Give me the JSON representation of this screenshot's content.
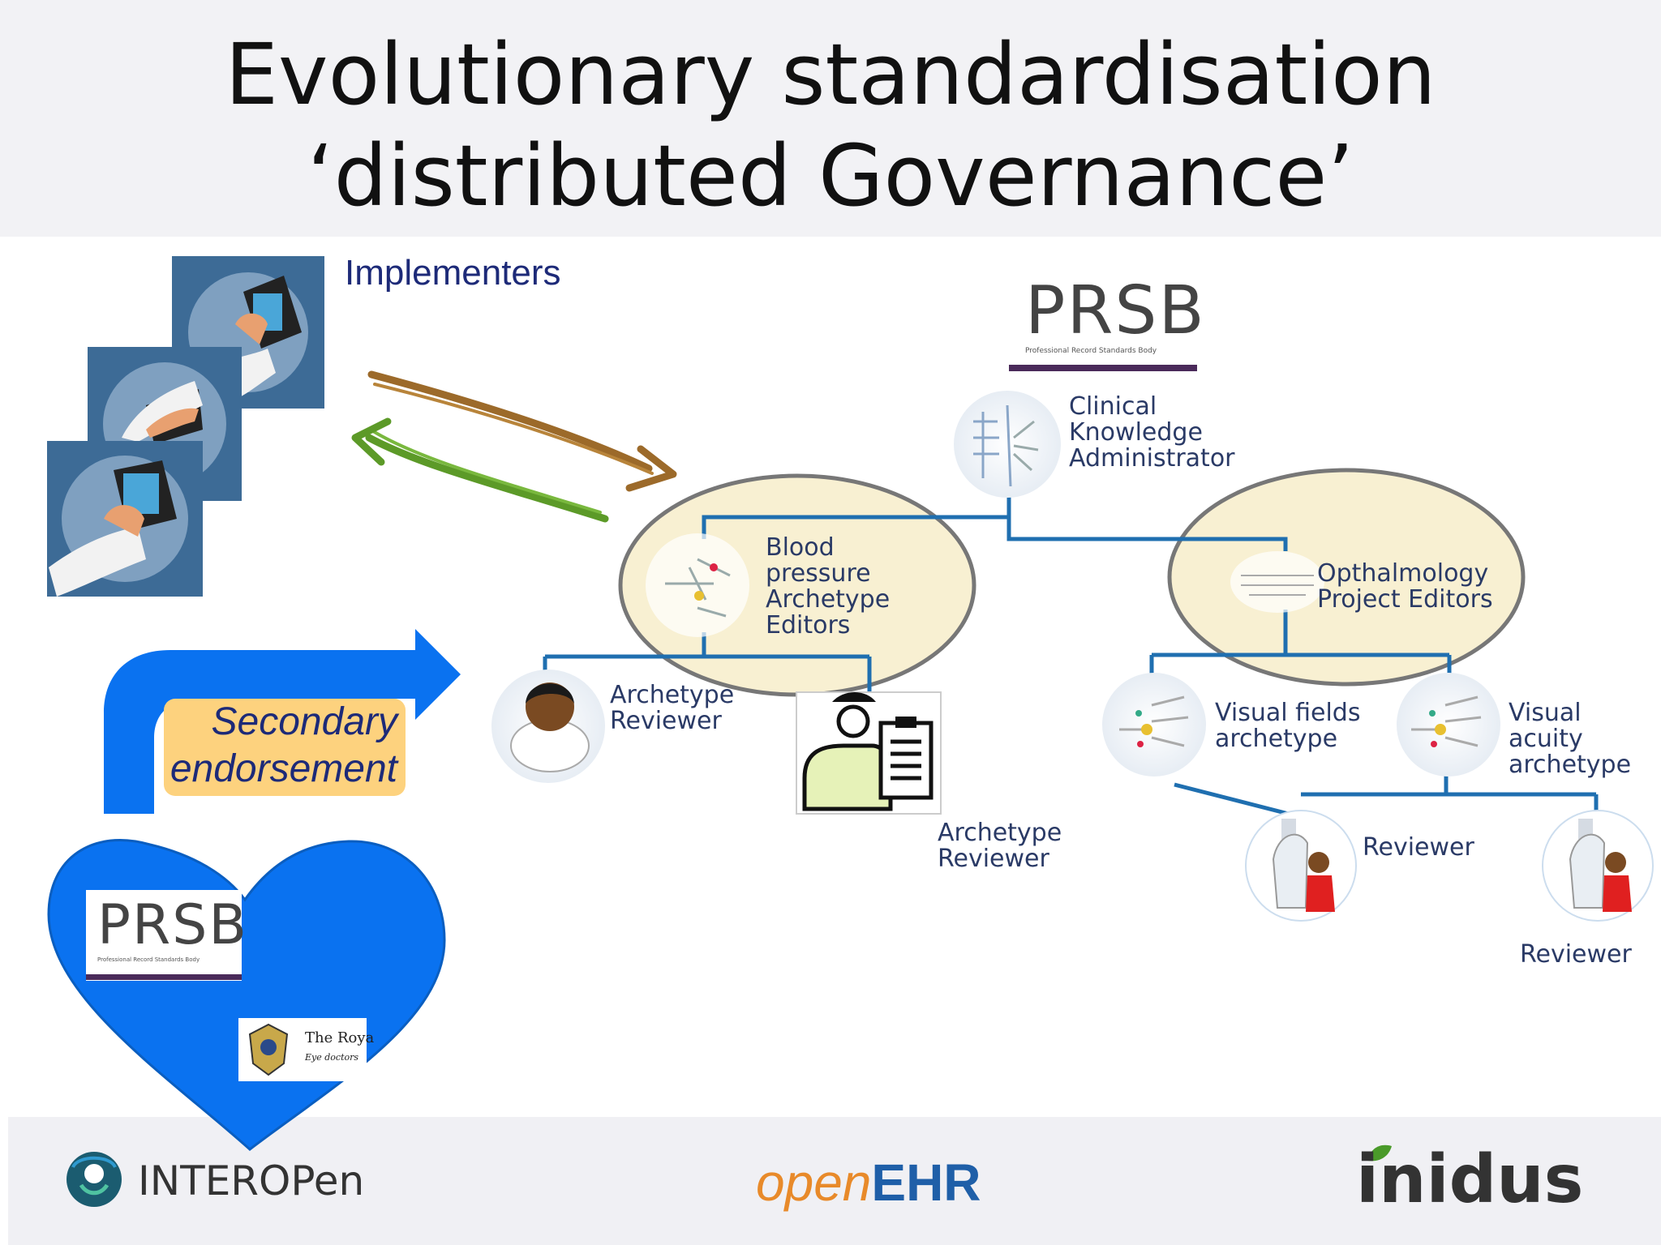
{
  "title": {
    "line1": "Evolutionary standardisation",
    "line2": "‘distributed Governance’"
  },
  "implementers": {
    "label": "Implementers"
  },
  "prsb_top": {
    "logo_text": "PRSB",
    "logo_subtext": "Professional Record Standards Body"
  },
  "nodes": {
    "clinical_knowledge_admin": [
      "Clinical",
      "Knowledge",
      "Administrator"
    ],
    "bp_editors": [
      "Blood",
      "pressure",
      "Archetype",
      "Editors"
    ],
    "ophthalmology_editors": [
      "Opthalmology",
      "Project Editors"
    ],
    "archetype_reviewer_1": [
      "Archetype",
      "Reviewer"
    ],
    "archetype_reviewer_2": [
      "Archetype",
      "Reviewer"
    ],
    "visual_fields": [
      "Visual fields",
      "archetype"
    ],
    "visual_acuity": [
      "Visual acuity",
      "archetype"
    ],
    "reviewer_1": "Reviewer",
    "reviewer_2": "Reviewer"
  },
  "secondary_endorsement": {
    "line1": "Secondary",
    "line2": "endorsement"
  },
  "heart_logos": {
    "prsb_text": "PRSB",
    "prsb_subtext": "Professional Record Standards Body",
    "royal_text": "The Roya",
    "royal_subtext": "Eye doctors"
  },
  "footer": {
    "interopen": "INTEROPen",
    "openehr_open": "open",
    "openehr_ehr": "EHR",
    "inidus": "inidus"
  },
  "colors": {
    "tree_line": "#1f6fb0",
    "highlight_fill": "#f8f0d2",
    "highlight_stroke": "#777777",
    "arrow_brown": "#9c6a2a",
    "arrow_green": "#5c9a28",
    "blue_shape": "#0a72f0",
    "endorse_fill": "#fdd27e",
    "prsb_purple": "#4a2a5a"
  }
}
